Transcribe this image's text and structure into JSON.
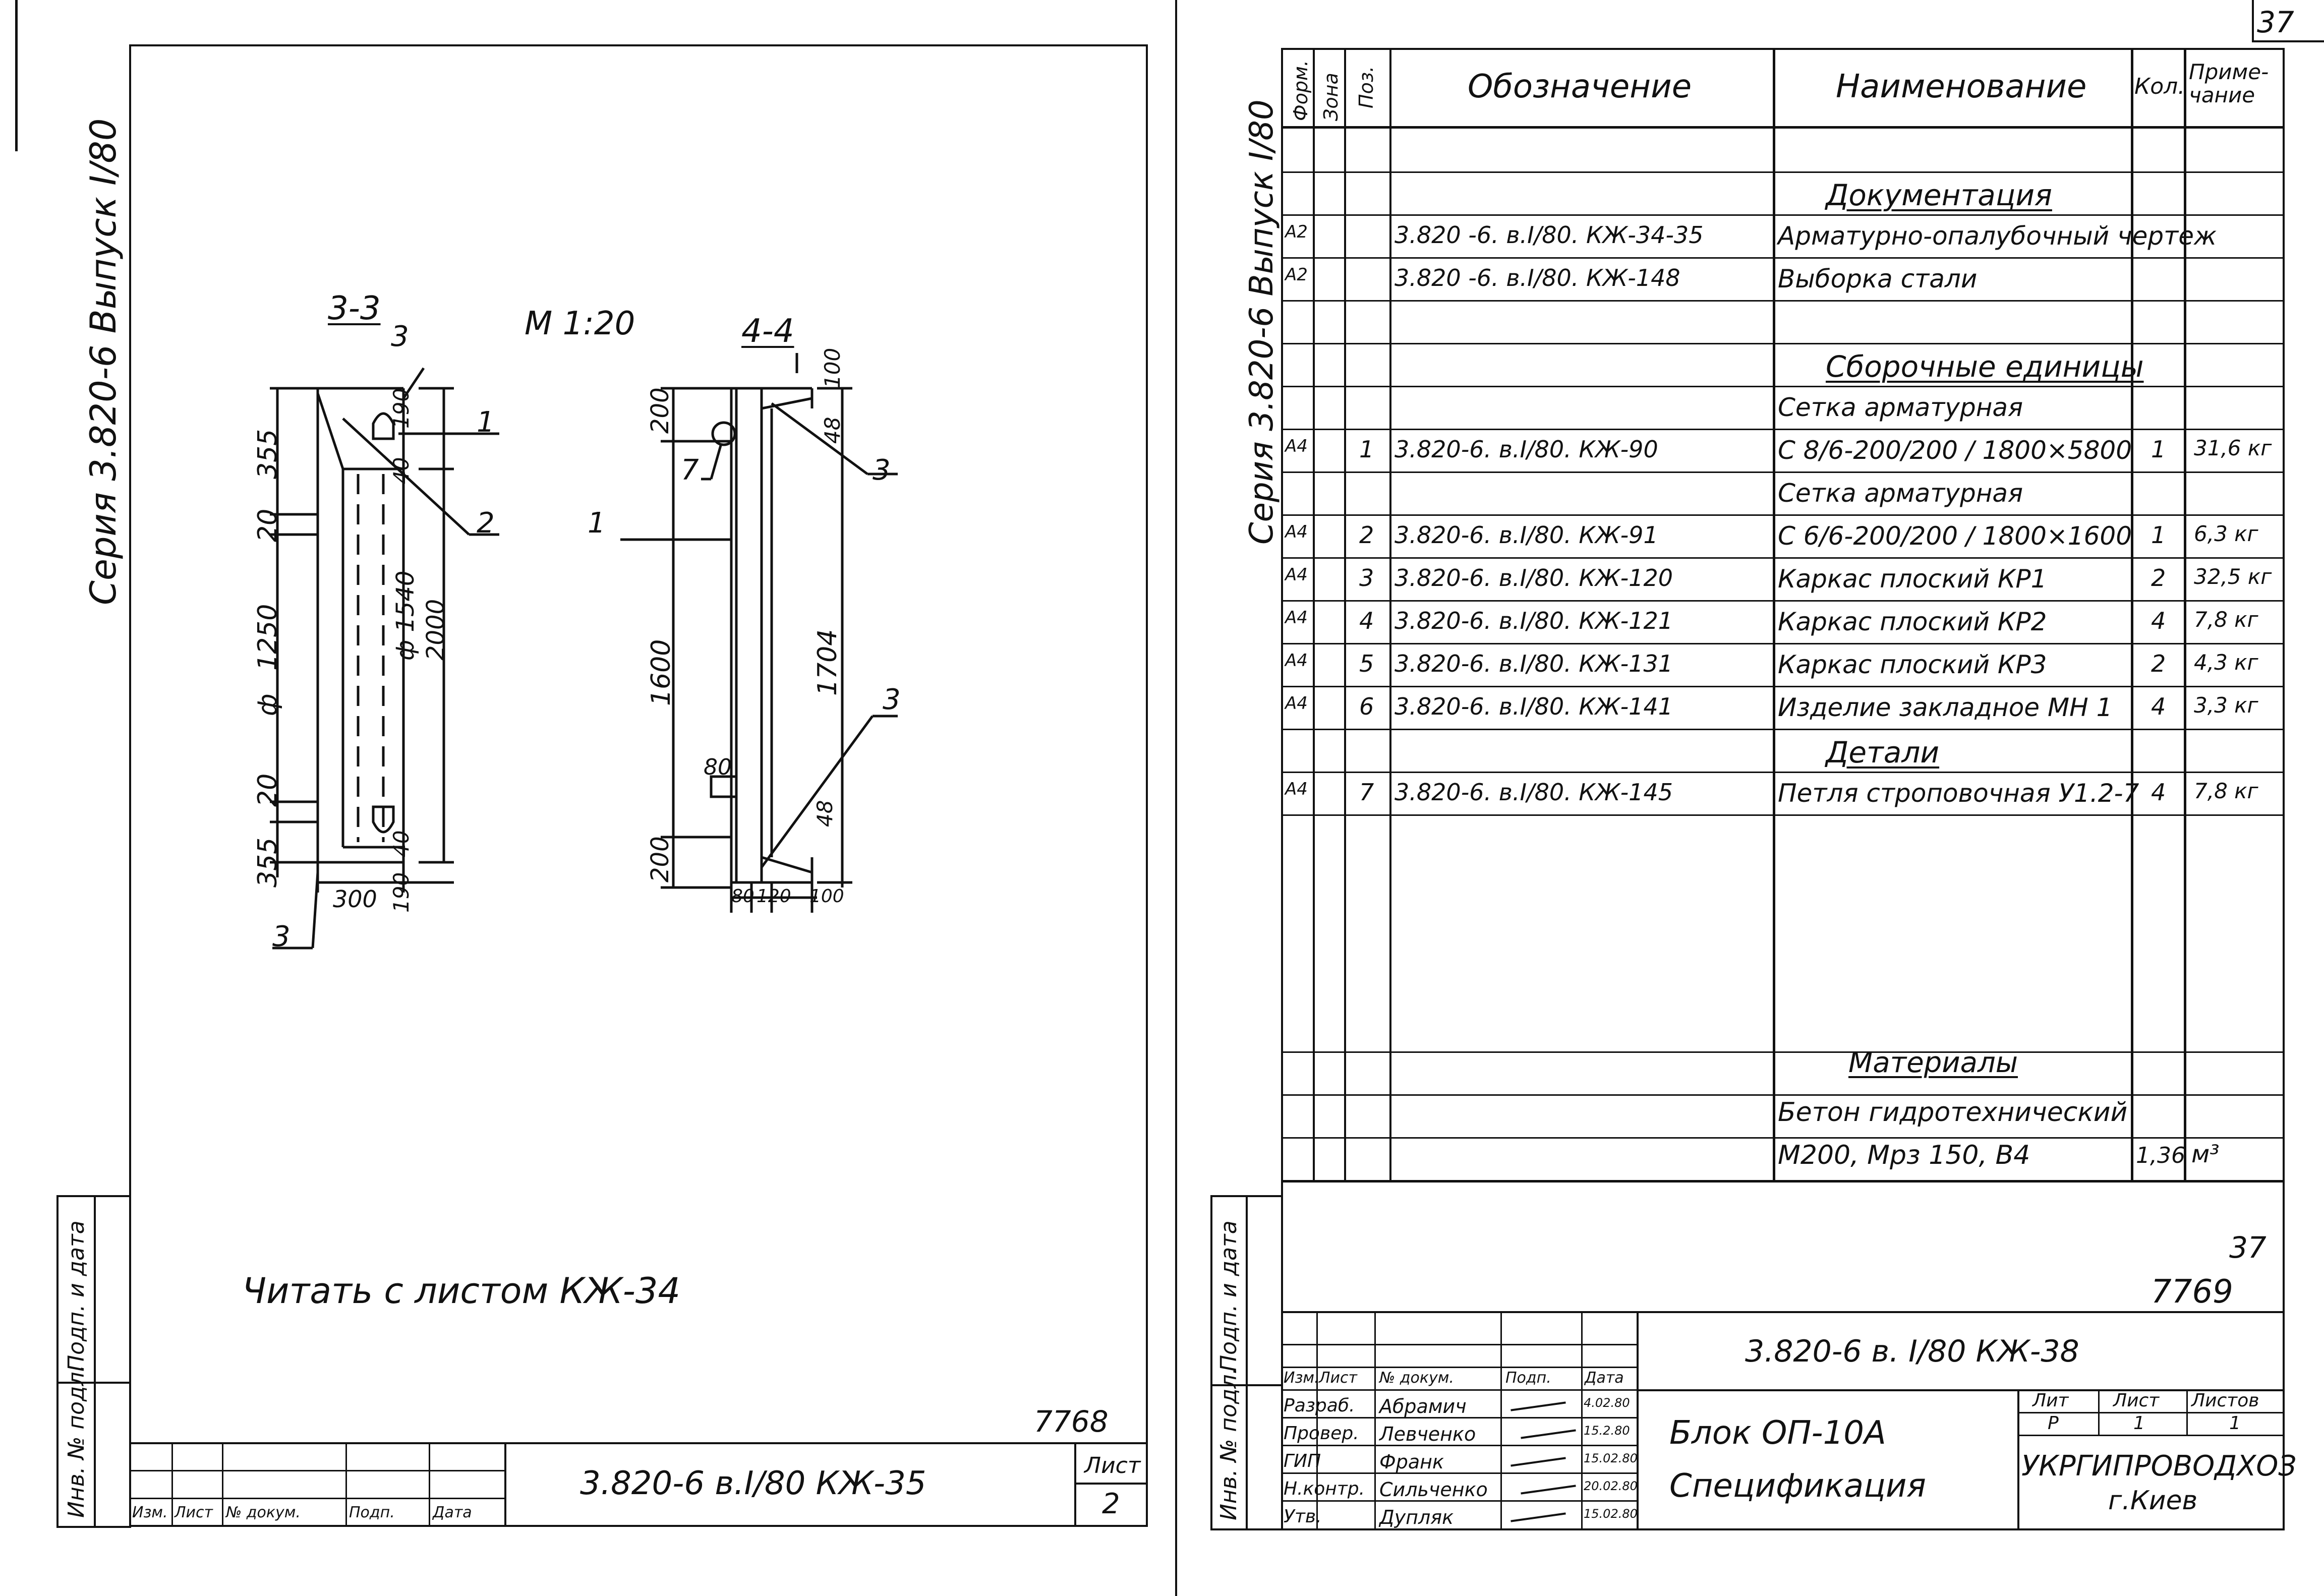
{
  "left_sheet": {
    "margin_series": "Серия 3.820-6  Выпуск I/80",
    "stamp_labels": [
      "Инв. № подл.",
      "Подп. и дата"
    ],
    "scale": "М 1:20",
    "section_3": {
      "title": "3-3",
      "dims_left": [
        "355",
        "20",
        "1250",
        "20",
        "355"
      ],
      "dim_phi": "ф",
      "dims_right": [
        "190",
        "40",
        "ф 1540",
        "2000",
        "40",
        "190"
      ],
      "dim_bottom": "300",
      "callouts": [
        "3",
        "1",
        "2",
        "3"
      ]
    },
    "section_4": {
      "title": "4-4",
      "dims_left": [
        "200",
        "1600",
        "200",
        "80"
      ],
      "dims_right": [
        "100",
        "48",
        "1704",
        "48"
      ],
      "dims_bottom": [
        "80",
        "120",
        "100"
      ],
      "callouts": [
        "1",
        "7",
        "3",
        "3"
      ]
    },
    "note": "Читать с листом КЖ-34",
    "archive_no": "7768",
    "title_block": {
      "headers": [
        "Изм.",
        "Лист",
        "№ докум.",
        "Подп.",
        "Дата"
      ],
      "code": "3.820-6      в.I/80  КЖ-35",
      "sheet_label": "Лист",
      "sheet_no": "2"
    }
  },
  "right_sheet": {
    "page_no": "37",
    "margin_series": "Серия 3.820-6  Выпуск I/80",
    "stamp_labels": [
      "Инв. № подл.",
      "Подп. и дата"
    ],
    "spec_header": [
      "Форм.",
      "Зона",
      "Поз.",
      "Обозначение",
      "Наименование",
      "Кол.",
      "Приме-чание"
    ],
    "rows": [
      {
        "fmt": "",
        "pos": "",
        "code": "",
        "name": "",
        "qty": "",
        "note": ""
      },
      {
        "fmt": "",
        "pos": "",
        "code": "",
        "name": "Документация",
        "heading": true,
        "qty": "",
        "note": ""
      },
      {
        "fmt": "А2",
        "pos": "",
        "code": "3.820 -6.  в.I/80.  КЖ-34-35",
        "name": "Арматурно-опалубочный чертеж",
        "qty": "",
        "note": ""
      },
      {
        "fmt": "А2",
        "pos": "",
        "code": "3.820 -6.  в.I/80.  КЖ-148",
        "name": "Выборка стали",
        "qty": "",
        "note": ""
      },
      {
        "fmt": "",
        "pos": "",
        "code": "",
        "name": "",
        "qty": "",
        "note": ""
      },
      {
        "fmt": "",
        "pos": "",
        "code": "",
        "name": "Сборочные единицы",
        "heading": true,
        "qty": "",
        "note": ""
      },
      {
        "fmt": "",
        "pos": "",
        "code": "",
        "name": "Сетка арматурная",
        "qty": "",
        "note": ""
      },
      {
        "fmt": "А4",
        "pos": "1",
        "code": "3.820-6.  в.I/80.  КЖ-90",
        "name": "С 8/6-200/200 / 1800×5800",
        "qty": "1",
        "note": "31,6 кг"
      },
      {
        "fmt": "",
        "pos": "",
        "code": "",
        "name": "Сетка арматурная",
        "qty": "",
        "note": ""
      },
      {
        "fmt": "А4",
        "pos": "2",
        "code": "3.820-6.  в.I/80.  КЖ-91",
        "name": "С 6/6-200/200 / 1800×1600",
        "qty": "1",
        "note": "6,3 кг"
      },
      {
        "fmt": "А4",
        "pos": "3",
        "code": "3.820-6.  в.I/80.  КЖ-120",
        "name": "Каркас плоский КР1",
        "qty": "2",
        "note": "32,5 кг"
      },
      {
        "fmt": "А4",
        "pos": "4",
        "code": "3.820-6.  в.I/80.  КЖ-121",
        "name": "Каркас плоский КР2",
        "qty": "4",
        "note": "7,8 кг"
      },
      {
        "fmt": "А4",
        "pos": "5",
        "code": "3.820-6.  в.I/80.  КЖ-131",
        "name": "Каркас плоский КР3",
        "qty": "2",
        "note": "4,3 кг"
      },
      {
        "fmt": "А4",
        "pos": "6",
        "code": "3.820-6.  в.I/80.  КЖ-141",
        "name": "Изделие закладное МН 1",
        "qty": "4",
        "note": "3,3 кг"
      },
      {
        "fmt": "",
        "pos": "",
        "code": "",
        "name": "Детали",
        "heading": true,
        "qty": "",
        "note": ""
      },
      {
        "fmt": "А4",
        "pos": "7",
        "code": "3.820-6.  в.I/80.  КЖ-145",
        "name": "Петля строповочная У1.2-7",
        "qty": "4",
        "note": "7,8 кг"
      }
    ],
    "materials_heading": "Материалы",
    "materials": [
      {
        "name": "Бетон гидротехнический",
        "qty": "",
        "note": ""
      },
      {
        "name": "М200, Мрз 150, В4",
        "qty": "1,36",
        "note": "м³"
      }
    ],
    "sheet_no_small": "37",
    "archive_no": "7769",
    "title_block": {
      "headers": [
        "Изм.",
        "Лист",
        "№ докум.",
        "Подп.",
        "Дата"
      ],
      "code": "3.820-6      в. I/80          КЖ-38",
      "people": [
        {
          "role": "Разраб.",
          "name": "Абрамич",
          "date": "4.02.80"
        },
        {
          "role": "Провер.",
          "name": "Левченко",
          "date": "15.2.80"
        },
        {
          "role": "ГИП",
          "name": "Франк",
          "date": "15.02.80"
        },
        {
          "role": "Н.контр.",
          "name": "Сильченко",
          "date": "20.02.80"
        },
        {
          "role": "Утв.",
          "name": "Дупляк",
          "date": "15.02.80"
        }
      ],
      "title_line1": "Блок ОП-10А",
      "title_line2": "Спецификация",
      "lit_headers": [
        "Лит",
        "Лист",
        "Листов"
      ],
      "lit_values": [
        "Р",
        "1",
        "1"
      ],
      "org": "УКРГИПРОВОДХОЗ",
      "city": "г.Киев"
    }
  }
}
